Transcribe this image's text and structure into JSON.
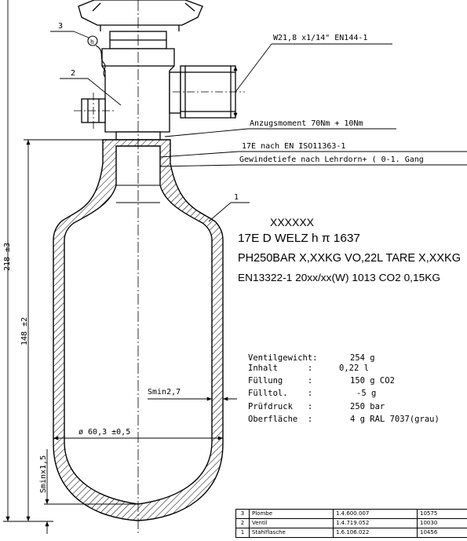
{
  "dimensions": {
    "overall_height": "218 ±3",
    "body_height": "148 ±2",
    "smin_bottom": "Sminx1,5",
    "diameter": "ø 60,3 ±0,5",
    "smin_wall": "Smin2,7"
  },
  "callouts": {
    "item1": "1",
    "item2": "2",
    "item3": "3",
    "thread": "W21,8  x1/14\"  EN144-1",
    "torque": "Anzugsmoment 70Nm + 10Nm",
    "neck_thread": "17E nach EN ISO11363-1",
    "thread_depth": "Gewindetiefe nach Lehrdorn+ ( 0-1. Gang"
  },
  "stamping": {
    "line1": "XXXXXX",
    "line2": "17E D WELZ h  π 1637",
    "line3": "PH250BAR X,XXKG VO,22L TARE X,XXKG",
    "line4": "EN13322-1 20xx/xx(W) 1013 CO2 0,15KG"
  },
  "specs": [
    {
      "label": "Ventilgewicht:",
      "value": "254 g"
    },
    {
      "label": "Inhalt      :",
      "value": "0,22 l"
    },
    {
      "label": "Füllung     :",
      "value": "150 g CO2"
    },
    {
      "label": "Fülltol.    :",
      "value": "-5 g"
    },
    {
      "label": "Prüfdruck   :",
      "value": "250 bar"
    },
    {
      "label": "Oberfläche  :",
      "value": "4 g RAL 7037(grau)"
    }
  ],
  "parts_list": [
    {
      "pos": "3",
      "name": "Plombe",
      "code": "1.4.600.007",
      "ref": "10575"
    },
    {
      "pos": "2",
      "name": "Ventil",
      "code": "1.4.719.052",
      "ref": "10030"
    },
    {
      "pos": "1",
      "name": "Stahlflasche",
      "code": "1.6.106.022",
      "ref": "10456"
    }
  ]
}
